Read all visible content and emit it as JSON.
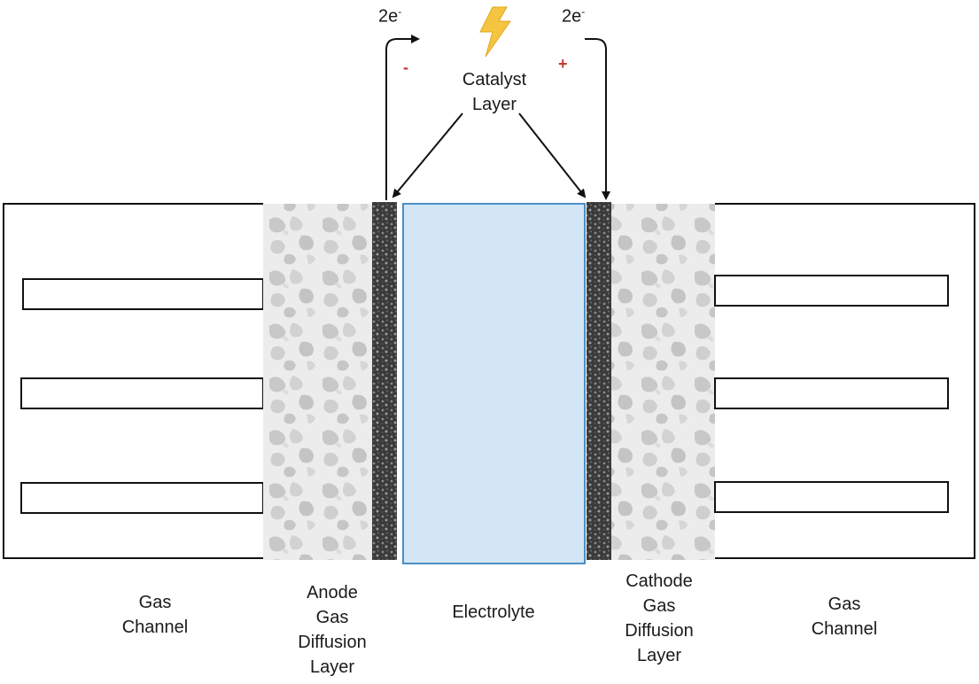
{
  "electron_left": {
    "base": "2e",
    "sup": "-"
  },
  "electron_right": {
    "base": "2e",
    "sup": "-"
  },
  "sign_minus": "-",
  "sign_plus": "+",
  "catalyst_label": {
    "line1": "Catalyst",
    "line2": "Layer"
  },
  "bottom_labels": {
    "gas_channel_left": [
      "Gas",
      "Channel"
    ],
    "anode_gdl": [
      "Anode",
      "Gas",
      "Diffusion",
      "Layer"
    ],
    "electrolyte": "Electrolyte",
    "cathode_gdl": [
      "Cathode",
      "Gas",
      "Diffusion",
      "Layer"
    ],
    "gas_channel_right": [
      "Gas",
      "Channel"
    ]
  },
  "colors": {
    "electrolyte_fill": "#d3e6f5",
    "electrolyte_stroke": "#4a90c8",
    "gdl_base": "#e6e6e6",
    "gdl_blob": "#c9c9c9",
    "catalyst_dark": "#2a2a2a",
    "sign_red": "#c0392b",
    "bolt": "#f5c542"
  }
}
